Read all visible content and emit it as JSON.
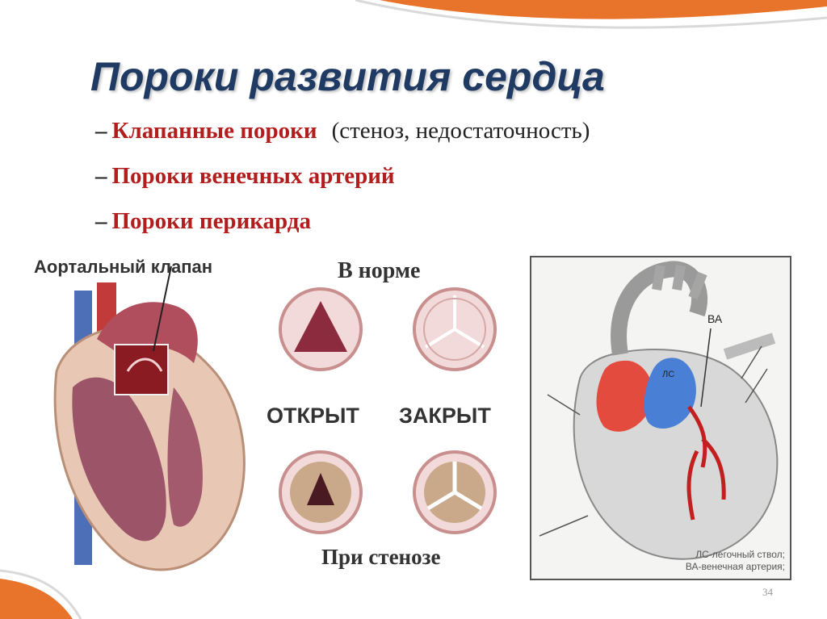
{
  "title": "Пороки развития сердца",
  "bullets": [
    {
      "dash": "–",
      "text": "Клапанные пороки",
      "note": "(стеноз, недостаточность)"
    },
    {
      "dash": "–",
      "text": "Пороки венечных артерий",
      "note": ""
    },
    {
      "dash": "–",
      "text": "Пороки перикарда",
      "note": ""
    }
  ],
  "figure_left": {
    "label": "Аортальный клапан"
  },
  "valves": {
    "normal_label": "В норме",
    "open_label": "ОТКРЫТ",
    "closed_label": "ЗАКРЫТ",
    "stenosis_label": "При стенозе"
  },
  "figure_right": {
    "tag_pulmonary": "ЛС",
    "tag_coronary": "ВА",
    "caption_line1": "ЛС-легочный ствол;",
    "caption_line2": "ВА-венечная артерия;"
  },
  "page_number": "34",
  "colors": {
    "title": "#1f3a63",
    "accent_red": "#b21e1e",
    "deco_orange": "#e8732a"
  }
}
